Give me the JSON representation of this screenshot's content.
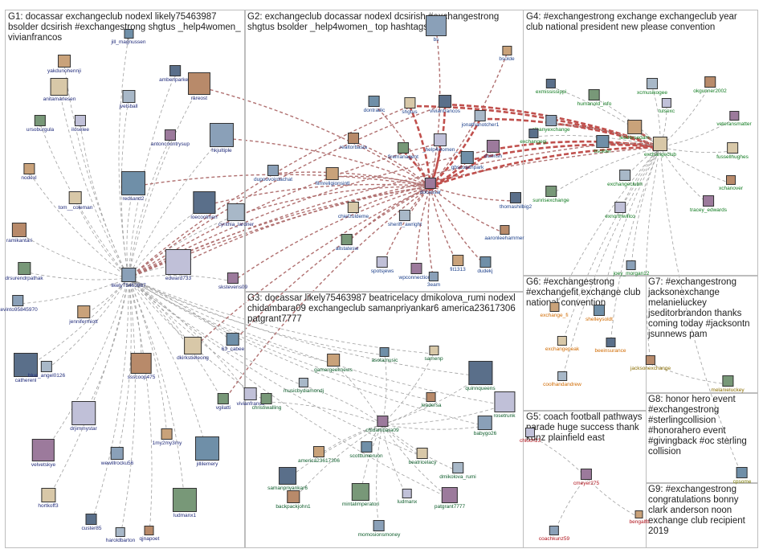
{
  "groups": [
    {
      "id": "G1",
      "title": "G1: docassar exchangeclub nodexl likely75463987\nbsolder dcsirish #exchangestrong shgtus _help4women_\nvivianfrancos"
    },
    {
      "id": "G2",
      "title": "G2: exchangeclub docassar nodexl dcsirish #exchangestrong\nshgtus bsolder _help4women_ top hashtags"
    },
    {
      "id": "G3",
      "title": "G3: docassar likely75463987 beatricelacy dmikolova_rumi nodexl\nchidambara09 exchangeclub samanpriyankar6 america23617306\npatgrant7777"
    },
    {
      "id": "G4",
      "title": "G4: #exchangestrong exchange exchangeclub year\nclub national president new please convention"
    },
    {
      "id": "G5",
      "title": "G5: coach football pathways\nparade huge success thank\nkunz plainfield east"
    },
    {
      "id": "G6",
      "title": "G6: #exchangestrong\n#exchangefit exchange club\nnational convention"
    },
    {
      "id": "G7",
      "title": "G7: #exchangestrong\njacksonexchange\nmelanieluckey\njseditorbrandon thanks\ncoming today #jacksontn\njsunnews pam"
    },
    {
      "id": "G8",
      "title": "G8: honor hero event\n#exchangestrong\n#sterlingcollision\n#honorahero event\n#givingback #oc sterling\ncollision"
    },
    {
      "id": "G9",
      "title": "G9: #exchangestrong\ncongratulations bonny\nclark anderson noon\nexchange club recipient\n2019"
    }
  ],
  "nodes": [
    {
      "id": "likely75463987",
      "group": "G1",
      "label": "likely75463987"
    },
    {
      "id": "yakdunohennji",
      "group": "G1",
      "label": "yakdunohennji"
    },
    {
      "id": "jill_magnussen",
      "group": "G1",
      "label": "jill_magnussen"
    },
    {
      "id": "anitamarlesen",
      "group": "G1",
      "label": "anitamarlesen"
    },
    {
      "id": "amberlparke1",
      "group": "G1",
      "label": "amberlparke1"
    },
    {
      "id": "jvelsball",
      "group": "G1",
      "label": "jvelsball"
    },
    {
      "id": "rareost",
      "group": "G1",
      "label": "rareost"
    },
    {
      "id": "ursoburgula",
      "group": "G1",
      "label": "ursoburgula"
    },
    {
      "id": "iloselee",
      "group": "G1",
      "label": "iloselee"
    },
    {
      "id": "antoncountrysup",
      "group": "G1",
      "label": "antoncountrysup"
    },
    {
      "id": "hkjultiple",
      "group": "G1",
      "label": "hkjultiple"
    },
    {
      "id": "nodexl",
      "group": "G1",
      "label": "nodexl"
    },
    {
      "id": "redsand2",
      "group": "G1",
      "label": "redsand2"
    },
    {
      "id": "tom__coleman",
      "group": "G1",
      "label": "tom__coleman"
    },
    {
      "id": "loecoolmen",
      "group": "G1",
      "label": "loecoolmen"
    },
    {
      "id": "cynthia_lardner",
      "group": "G1",
      "label": "cynthia_lardner"
    },
    {
      "id": "ramikantari",
      "group": "G1",
      "label": "ramikantari"
    },
    {
      "id": "drsurendrpathak",
      "group": "G1",
      "label": "drsurendrpathak"
    },
    {
      "id": "edward733",
      "group": "G1",
      "label": "edward733"
    },
    {
      "id": "skstevens09",
      "group": "G1",
      "label": "skstevens09"
    },
    {
      "id": "kevinto95845970",
      "group": "G1",
      "label": "kevinto95845970"
    },
    {
      "id": "jennifermiott",
      "group": "G1",
      "label": "jennifermiott"
    },
    {
      "id": "63_cabee",
      "group": "G1",
      "label": "63_cabee"
    },
    {
      "id": "dkirkstieleong",
      "group": "G1",
      "label": "dkirkstieleong"
    },
    {
      "id": "catherenl",
      "group": "G1",
      "label": "catherenl"
    },
    {
      "id": "blue_angel0126",
      "group": "G1",
      "label": "blue_angel0126"
    },
    {
      "id": "ssscoop475",
      "group": "G1",
      "label": "ssscoop475"
    },
    {
      "id": "vgilatti",
      "group": "G1",
      "label": "vgilatti"
    },
    {
      "id": "drjimmystar",
      "group": "G1",
      "label": "drjimmystar"
    },
    {
      "id": "velvetskye",
      "group": "G1",
      "label": "velvetskye"
    },
    {
      "id": "wewillrocku56",
      "group": "G1",
      "label": "wewillrocku56"
    },
    {
      "id": "1my2my3my",
      "group": "G1",
      "label": "1my2my3my"
    },
    {
      "id": "jillilemery",
      "group": "G1",
      "label": "jillilemery"
    },
    {
      "id": "hortkoff3",
      "group": "G1",
      "label": "hortkoff3"
    },
    {
      "id": "custer85",
      "group": "G1",
      "label": "custer85"
    },
    {
      "id": "haroldbarton",
      "group": "G1",
      "label": "haroldbarton"
    },
    {
      "id": "qjnapoet",
      "group": "G1",
      "label": "qjnapoet"
    },
    {
      "id": "ludmanx1",
      "group": "G1",
      "label": "ludmanx1"
    },
    {
      "id": "vivianfranco_g1",
      "group": "G1",
      "label": "vivianfranco"
    },
    {
      "id": "docassar",
      "group": "G2",
      "label": "docassar"
    },
    {
      "id": "bs",
      "group": "G2",
      "label": "bs"
    },
    {
      "id": "bsolde",
      "group": "G2",
      "label": "bsolde"
    },
    {
      "id": "dontradic",
      "group": "G2",
      "label": "dontradic"
    },
    {
      "id": "shgtus",
      "group": "G2",
      "label": "shgtus"
    },
    {
      "id": "vivianfrancos",
      "group": "G2",
      "label": "vivianfrancos"
    },
    {
      "id": "jonathanotcher1",
      "group": "G2",
      "label": "jonathanotcher1"
    },
    {
      "id": "realtorbasia",
      "group": "G2",
      "label": "realtorbasia"
    },
    {
      "id": "firemanagent",
      "group": "G2",
      "label": "firemanagent"
    },
    {
      "id": "_help4women_",
      "group": "G2",
      "label": "_help4women_"
    },
    {
      "id": "dcsirish",
      "group": "G2",
      "label": "dcsirish"
    },
    {
      "id": "dupouvoirdachat",
      "group": "G2",
      "label": "dupouvoirdachat"
    },
    {
      "id": "filmreligionsintl",
      "group": "G2",
      "label": "filmreligionsintl"
    },
    {
      "id": "ghscoachpark",
      "group": "G2",
      "label": "ghscoachpark"
    },
    {
      "id": "chiefzuldeme",
      "group": "G2",
      "label": "chiefzuldeme"
    },
    {
      "id": "thomashilbig2",
      "group": "G2",
      "label": "thomashilbig2"
    },
    {
      "id": "sheriff_awright",
      "group": "G2",
      "label": "sheriff_awright"
    },
    {
      "id": "aaronleehammer",
      "group": "G2",
      "label": "aaronleehammer"
    },
    {
      "id": "allstatesw",
      "group": "G2",
      "label": "allstatesw"
    },
    {
      "id": "spotsjews",
      "group": "G2",
      "label": "spotsjews"
    },
    {
      "id": "wpconnections",
      "group": "G2",
      "label": "wpconnections"
    },
    {
      "id": "3eam",
      "group": "G2",
      "label": "3eam"
    },
    {
      "id": "fit1313",
      "group": "G2",
      "label": "fit1313"
    },
    {
      "id": "dudekj",
      "group": "G2",
      "label": "dudekj"
    },
    {
      "id": "exchangeclub",
      "group": "G4",
      "label": "exchangeclub"
    },
    {
      "id": "exmississippi",
      "group": "G4",
      "label": "exmississippi"
    },
    {
      "id": "xcmusikogee",
      "group": "G4",
      "label": "xcmusikogee"
    },
    {
      "id": "okgunner2002",
      "group": "G4",
      "label": "okgunner2002"
    },
    {
      "id": "humanold_info",
      "group": "G4",
      "label": "humanold_info"
    },
    {
      "id": "tulsexc",
      "group": "G4",
      "label": "tulsexc"
    },
    {
      "id": "veteransmatter",
      "group": "G4",
      "label": "veteransmatter"
    },
    {
      "id": "albanyexchange",
      "group": "G4",
      "label": "albanyexchange"
    },
    {
      "id": "leadersedam",
      "group": "G4",
      "label": "leadersedam"
    },
    {
      "id": "bsolder",
      "group": "G4",
      "label": "bsolder"
    },
    {
      "id": "fussellhughes",
      "group": "G4",
      "label": "fussellhughes"
    },
    {
      "id": "exchangegi",
      "group": "G4",
      "label": "exchangegi"
    },
    {
      "id": "exchangeclubh",
      "group": "G4",
      "label": "exchangeclubh"
    },
    {
      "id": "xchanover",
      "group": "G4",
      "label": "xchanover"
    },
    {
      "id": "sunrisexchange",
      "group": "G4",
      "label": "sunrisexchange"
    },
    {
      "id": "exnorthwillco",
      "group": "G4",
      "label": "exnorthwillco"
    },
    {
      "id": "tracey_edwards",
      "group": "G4",
      "label": "tracey_edwards"
    },
    {
      "id": "joey_morgan12",
      "group": "G4",
      "label": "joey_morgan12"
    },
    {
      "id": "gamergeeknews",
      "group": "G3",
      "label": "gamergeeknews"
    },
    {
      "id": "asotamusic",
      "group": "G3",
      "label": "asotamusic"
    },
    {
      "id": "samenp",
      "group": "G3",
      "label": "samenp"
    },
    {
      "id": "quinnqueens",
      "group": "G3",
      "label": "quinnqueens"
    },
    {
      "id": "musicbydiamondj",
      "group": "G3",
      "label": "musicbydiamondj"
    },
    {
      "id": "leadersa",
      "group": "G3",
      "label": "leadersa"
    },
    {
      "id": "christiwalling",
      "group": "G3",
      "label": "christiwalling"
    },
    {
      "id": "rosetrunk",
      "group": "G3",
      "label": "rosetrunk"
    },
    {
      "id": "chidambara09",
      "group": "G3",
      "label": "chidambara09"
    },
    {
      "id": "babygo26",
      "group": "G3",
      "label": "babygo26"
    },
    {
      "id": "america23617306",
      "group": "G3",
      "label": "america23617306"
    },
    {
      "id": "scotttumeruon",
      "group": "G3",
      "label": "scotttumeruon"
    },
    {
      "id": "beatricelacy",
      "group": "G3",
      "label": "beatricelacy"
    },
    {
      "id": "samanpriyankar6",
      "group": "G3",
      "label": "samanpriyankar6"
    },
    {
      "id": "dmikolova_rumi",
      "group": "G3",
      "label": "dmikolova_rumi"
    },
    {
      "id": "backpackjohn1",
      "group": "G3",
      "label": "backpackjohn1"
    },
    {
      "id": "mintalimperatori",
      "group": "G3",
      "label": "mintalimperatori"
    },
    {
      "id": "ludmanx",
      "group": "G3",
      "label": "ludmanx"
    },
    {
      "id": "patgrant7777",
      "group": "G3",
      "label": "patgrant7777"
    },
    {
      "id": "momosionsmoney",
      "group": "G3",
      "label": "momosionsmoney"
    },
    {
      "id": "exchange_fi",
      "group": "G6",
      "label": "exchange_fi"
    },
    {
      "id": "shelleysoldt",
      "group": "G6",
      "label": "shelleysoldt"
    },
    {
      "id": "exchangepeak",
      "group": "G6",
      "label": "exchangepeak"
    },
    {
      "id": "beeinsurance",
      "group": "G6",
      "label": "beeinsurance"
    },
    {
      "id": "coolhandandrew",
      "group": "G6",
      "label": "coolhandandrew"
    },
    {
      "id": "jacksonexchange",
      "group": "G7",
      "label": "jacksonexchange"
    },
    {
      "id": "melanieluckey",
      "group": "G7",
      "label": "melanieluckey"
    },
    {
      "id": "chloch13",
      "group": "G5",
      "label": "chloch13"
    },
    {
      "id": "cmeyer275",
      "group": "G5",
      "label": "cmeyer275"
    },
    {
      "id": "coachkunz59",
      "group": "G5",
      "label": "coachkunz59"
    },
    {
      "id": "bengalfb",
      "group": "G5",
      "label": "bengalfb"
    },
    {
      "id": "cpsome",
      "group": "G8",
      "label": "cpsome"
    }
  ],
  "edge_styles": {
    "heavy": "#c0504d",
    "medium": "#b07070",
    "light": "#a0a0a0"
  }
}
